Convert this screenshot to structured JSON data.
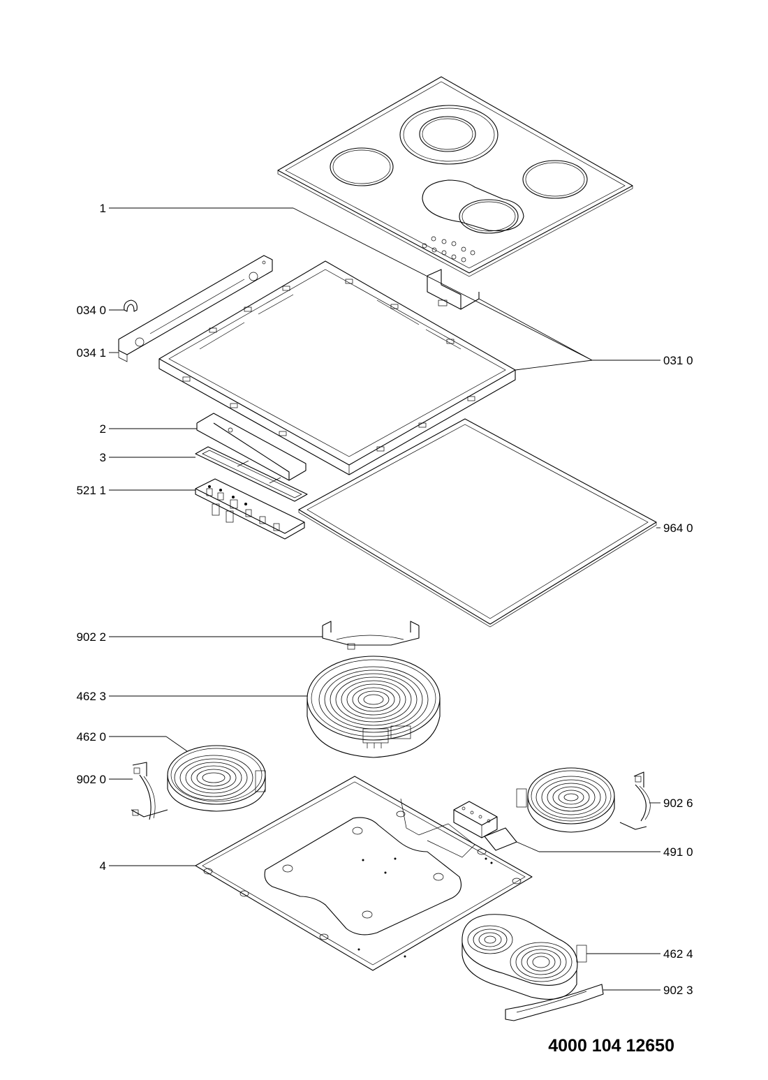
{
  "drawing": {
    "part_number": "4000 104 12650"
  },
  "callouts": [
    {
      "id": "c-1",
      "label": "1"
    },
    {
      "id": "c-0340",
      "label": "034 0"
    },
    {
      "id": "c-0341",
      "label": "034 1"
    },
    {
      "id": "c-0310",
      "label": "031 0"
    },
    {
      "id": "c-2",
      "label": "2"
    },
    {
      "id": "c-3",
      "label": "3"
    },
    {
      "id": "c-5211",
      "label": "521 1"
    },
    {
      "id": "c-9640",
      "label": "964 0"
    },
    {
      "id": "c-9022",
      "label": "902 2"
    },
    {
      "id": "c-4623",
      "label": "462 3"
    },
    {
      "id": "c-4620",
      "label": "462 0"
    },
    {
      "id": "c-9020",
      "label": "902 0"
    },
    {
      "id": "c-9026",
      "label": "902 6"
    },
    {
      "id": "c-4910",
      "label": "491 0"
    },
    {
      "id": "c-4",
      "label": "4"
    },
    {
      "id": "c-4624",
      "label": "462 4"
    },
    {
      "id": "c-9023",
      "label": "902 3"
    }
  ]
}
